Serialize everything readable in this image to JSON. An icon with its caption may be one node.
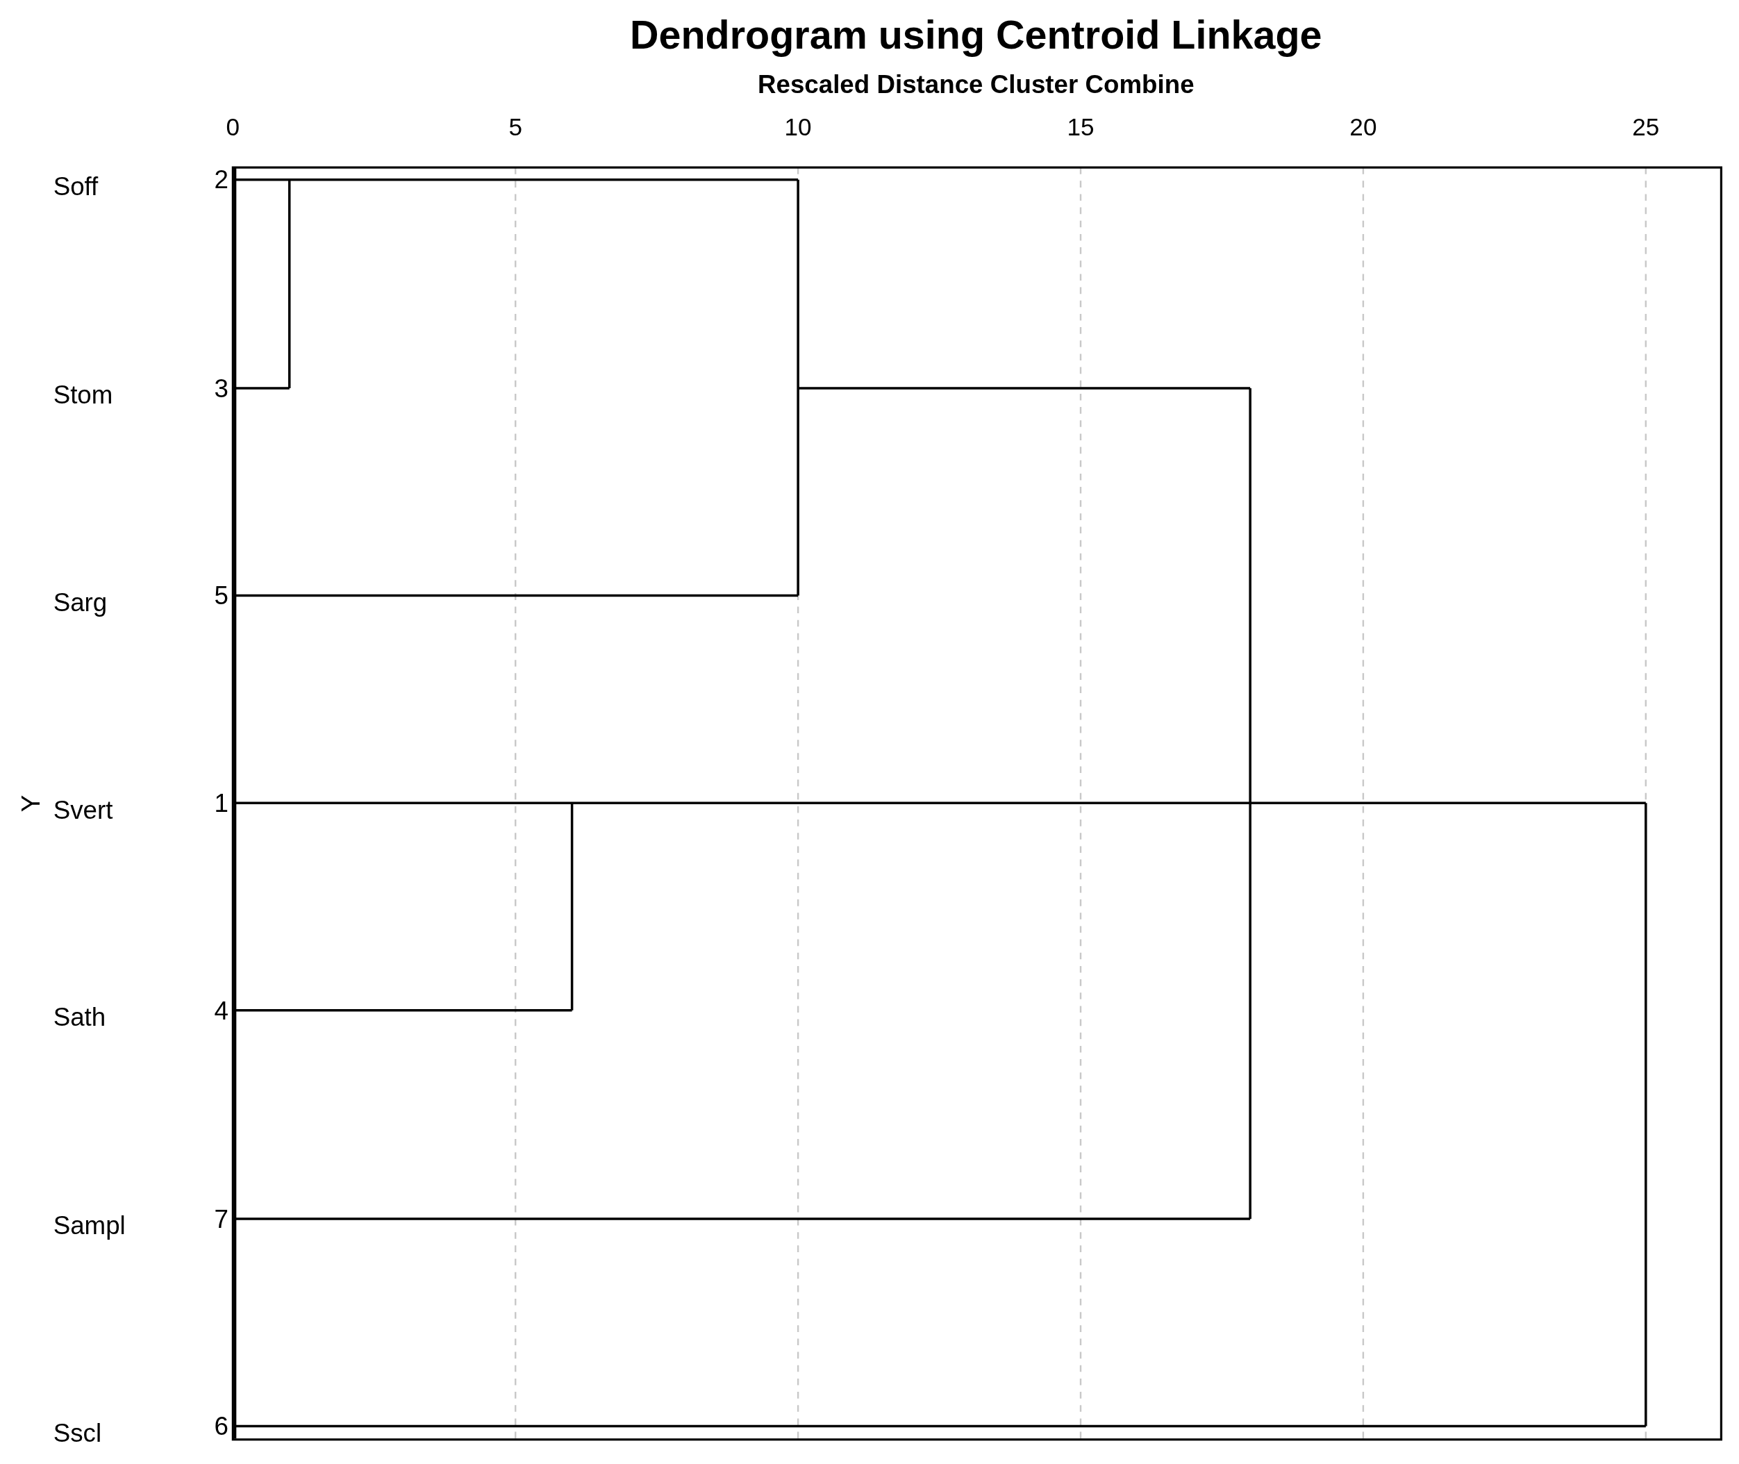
{
  "diagram": {
    "title": "Dendrogram using Centroid Linkage",
    "labels": [
      "Rescaled Distance Cluster Combine",
      "0",
      "5",
      "10",
      "15",
      "20",
      "25",
      "Soff",
      "2",
      "Stom",
      "3",
      "Sarg",
      "5",
      "Y",
      "Svert",
      "1",
      "Sath",
      "4",
      "Sampl",
      "7",
      "Sscl",
      "6"
    ]
  }
}
